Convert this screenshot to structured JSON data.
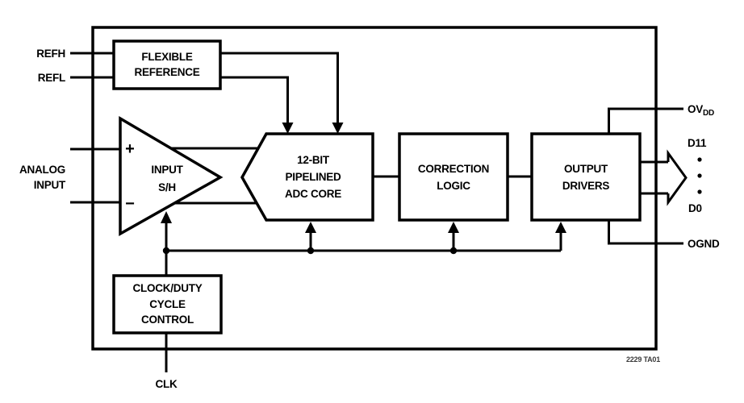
{
  "colors": {
    "line": "#000000",
    "background": "#ffffff",
    "caption": "#3a3a3a"
  },
  "blocks": {
    "flexible_reference": {
      "line1": "FLEXIBLE",
      "line2": "REFERENCE"
    },
    "input_sh": {
      "line1": "INPUT",
      "line2": "S/H",
      "plus": "+",
      "minus": "−"
    },
    "adc_core": {
      "line1": "12-BIT",
      "line2": "PIPELINED",
      "line3": "ADC CORE"
    },
    "correction_logic": {
      "line1": "CORRECTION",
      "line2": "LOGIC"
    },
    "output_drivers": {
      "line1": "OUTPUT",
      "line2": "DRIVERS"
    },
    "clock_control": {
      "line1": "CLOCK/DUTY",
      "line2": "CYCLE",
      "line3": "CONTROL"
    }
  },
  "pins": {
    "refh": "REFH",
    "refl": "REFL",
    "analog_line1": "ANALOG",
    "analog_line2": "INPUT",
    "clk": "CLK",
    "ovdd_main": "OV",
    "ovdd_sub": "DD",
    "d11": "D11",
    "d0": "D0",
    "ognd": "OGND"
  },
  "caption": "2229 TA01"
}
